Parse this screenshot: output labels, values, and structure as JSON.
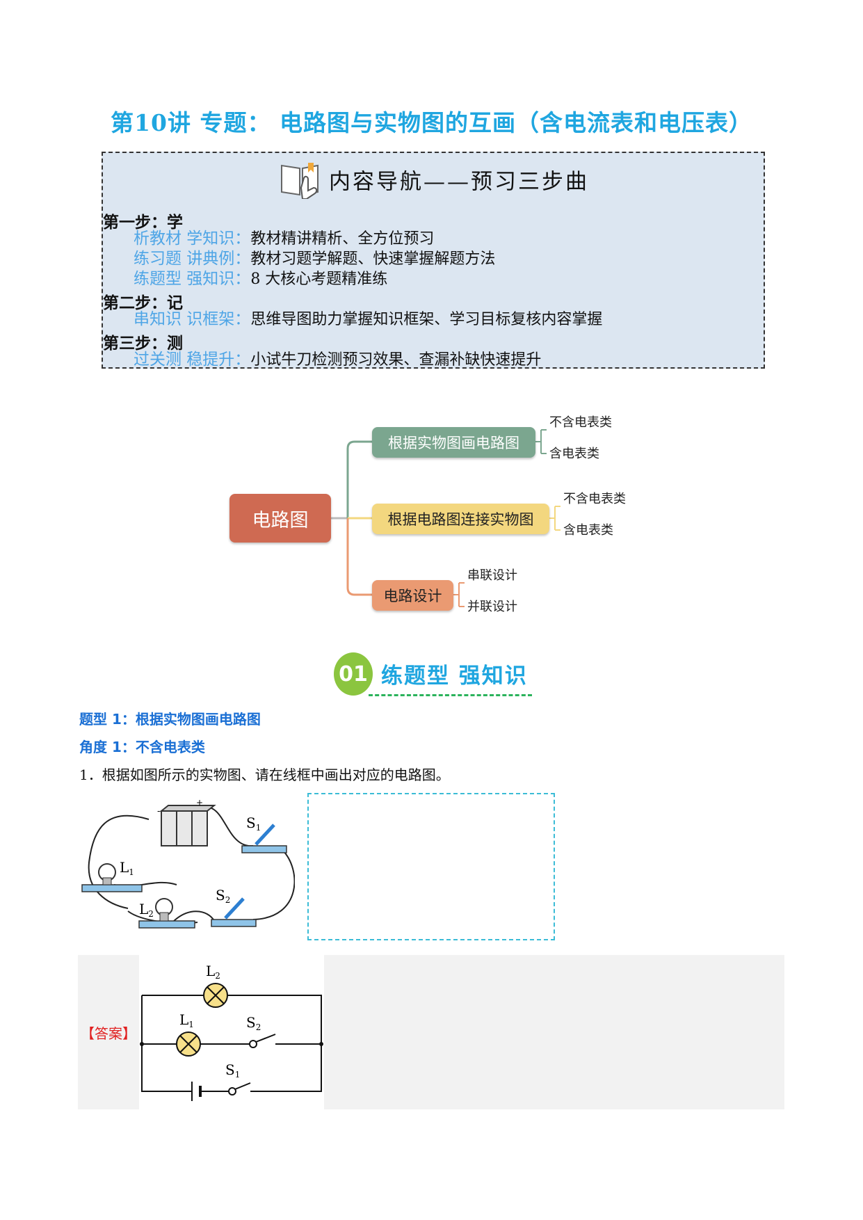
{
  "title": {
    "prefix": "第",
    "num": "10",
    "rest": "讲  专题： 电路图与实物图的互画（含电流表和电压表）"
  },
  "nav": {
    "heading": "内容导航——预习三步曲",
    "step1": "第一步：学",
    "rows1": [
      {
        "k": "析教材  学知识：",
        "v": "教材精讲精析、全方位预习"
      },
      {
        "k": "练习题  讲典例：",
        "v": "教材习题学解题、快速掌握解题方法"
      },
      {
        "k": "练题型  强知识：",
        "v": "8 大核心考题精准练"
      }
    ],
    "step2": "第二步：记",
    "rows2": [
      {
        "k": "串知识  识框架：",
        "v": "思维导图助力掌握知识框架、学习目标复核内容掌握"
      }
    ],
    "step3": "第三步：测",
    "rows3": [
      {
        "k": "过关测  稳提升：",
        "v": "小试牛刀检测预习效果、查漏补缺快速提升"
      }
    ]
  },
  "mindmap": {
    "root": "电路图",
    "branches": [
      {
        "label": "根据实物图画电路图",
        "leaves": [
          "不含电表类",
          "含电表类"
        ],
        "color": "#7ba68f"
      },
      {
        "label": "根据电路图连接实物图",
        "leaves": [
          "不含电表类",
          "含电表类"
        ],
        "color": "#f3d77f"
      },
      {
        "label": "电路设计",
        "leaves": [
          "串联设计",
          "并联设计"
        ],
        "color": "#ea9a72"
      }
    ],
    "root_color": "#cf6a52"
  },
  "section": {
    "num": "01",
    "label": "练题型  强知识"
  },
  "type1": "题型 1：根据实物图画电路图",
  "angle1": "角度 1：不含电表类",
  "question": "1．根据如图所示的实物图、请在线框中画出对应的电路图。",
  "figure": {
    "s1": "S",
    "s1sub": "1",
    "s2": "S",
    "s2sub": "2",
    "l1": "L",
    "l1sub": "1",
    "l2": "L",
    "l2sub": "2",
    "plus": "+",
    "minus": "-"
  },
  "answer": {
    "label": "【答案】",
    "l2": "L",
    "l2sub": "2",
    "l1": "L",
    "l1sub": "1",
    "s2": "S",
    "s2sub": "2",
    "s1": "S",
    "s1sub": "1"
  }
}
